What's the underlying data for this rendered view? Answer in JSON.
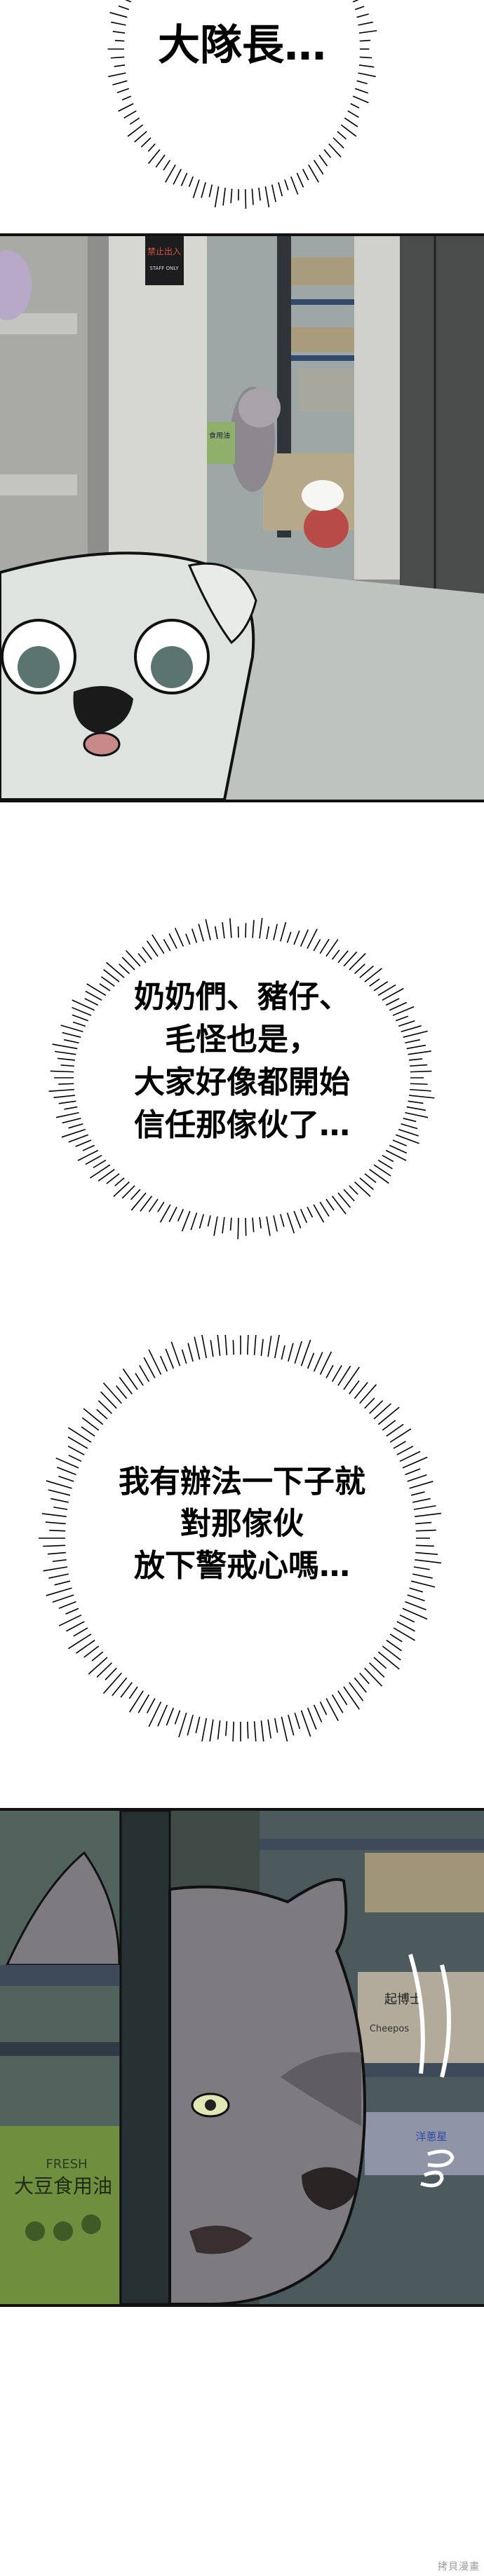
{
  "bubbles": [
    {
      "lines": [
        "大隊長…"
      ]
    },
    {
      "lines": [
        "奶奶們、豬仔、",
        "毛怪也是，",
        "大家好像都開始",
        "信任那傢伙了…"
      ]
    },
    {
      "lines": [
        "我有辦法一下子就",
        "對那傢伙",
        "放下警戒心嗎…"
      ]
    }
  ],
  "panel1": {
    "sign_text": "禁止出入",
    "sign_subtext": "STAFF ONLY",
    "box_text": "食用油",
    "colors": {
      "wall": "#8e8f8c",
      "door": "#d6d7d0",
      "floor": "#bfc3c0",
      "dog": "#dfe3e0",
      "dark": "#3a3c3b"
    }
  },
  "panel2": {
    "box_brand": "FRESH",
    "box_label": "大豆食用油",
    "carton_1": "起博士",
    "carton_2": "Cheepos",
    "carton_3": "洋蔥星",
    "colors": {
      "bg": "#3f4a47",
      "dog": "#7d7b7f",
      "shelf": "#3c4a5a",
      "box": "#6f8f3e",
      "eye": "#e3e6b5"
    }
  },
  "watermark": "拷貝漫畫"
}
